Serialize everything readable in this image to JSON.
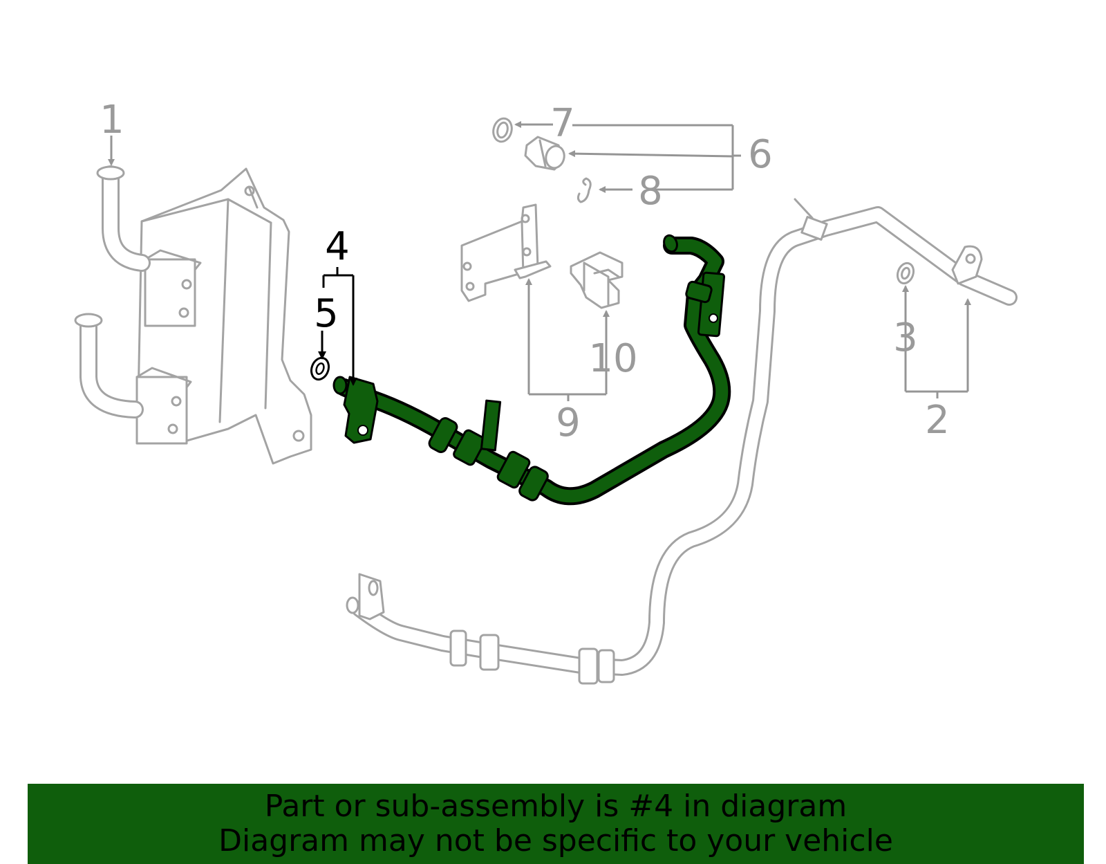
{
  "diagram": {
    "callouts": {
      "c1": "1",
      "c2": "2",
      "c3": "3",
      "c4": "4",
      "c5": "5",
      "c6": "6",
      "c7": "7",
      "c8": "8",
      "c9": "9",
      "c10": "10"
    },
    "highlighted_part": "4",
    "colors": {
      "highlight": "#0f5e0c",
      "ghost": "#a3a3a3",
      "banner": "#0f5e0c"
    }
  },
  "banner": {
    "line1": "Part or sub-assembly is #4 in diagram",
    "line2": "Diagram may not be specific to your vehicle"
  }
}
